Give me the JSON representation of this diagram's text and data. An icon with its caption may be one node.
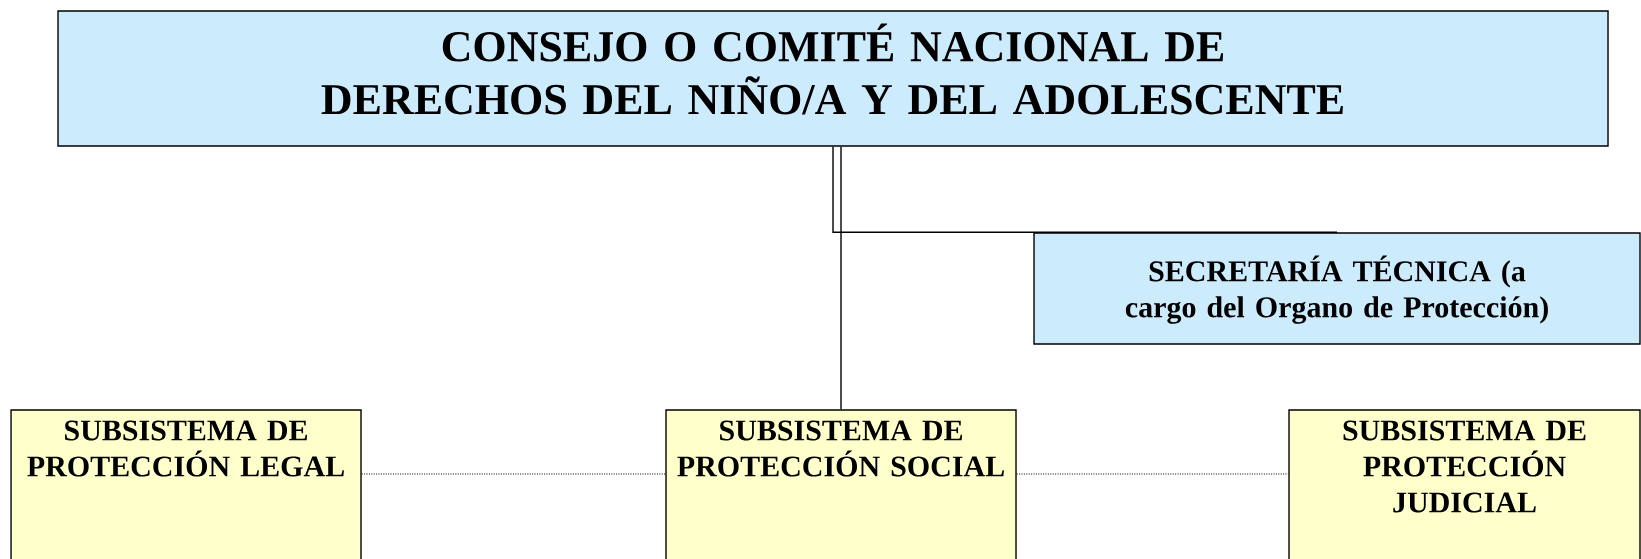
{
  "diagram": {
    "nodes": [
      {
        "text": [
          "CONSEJO O COMITÉ NACIONAL DE DERECHOS DEL NIÑO/A Y DEL ADOLESCENTE"
        ]
      },
      {
        "text": [
          "SECRETARÍA TÉCNICA (a cargo del Organo de Protección)"
        ]
      },
      {
        "text": [
          "SUBSISTEMA DE PROTECCIÓN LEGAL"
        ]
      },
      {
        "text": [
          "SUBSISTEMA DE PROTECCIÓN SOCIAL"
        ]
      },
      {
        "text": [
          "SUBSISTEMA DE PROTECCIÓN JUDICIAL"
        ]
      }
    ],
    "edges": [
      {
        "from": 0,
        "to": 3,
        "arrow": "none"
      },
      {
        "from": 0,
        "to": 1,
        "arrow": "none"
      },
      {
        "from": 2,
        "to": 3,
        "arrow": "none",
        "style": "dashed"
      },
      {
        "from": 3,
        "to": 4,
        "arrow": "none",
        "style": "dashed"
      }
    ]
  }
}
